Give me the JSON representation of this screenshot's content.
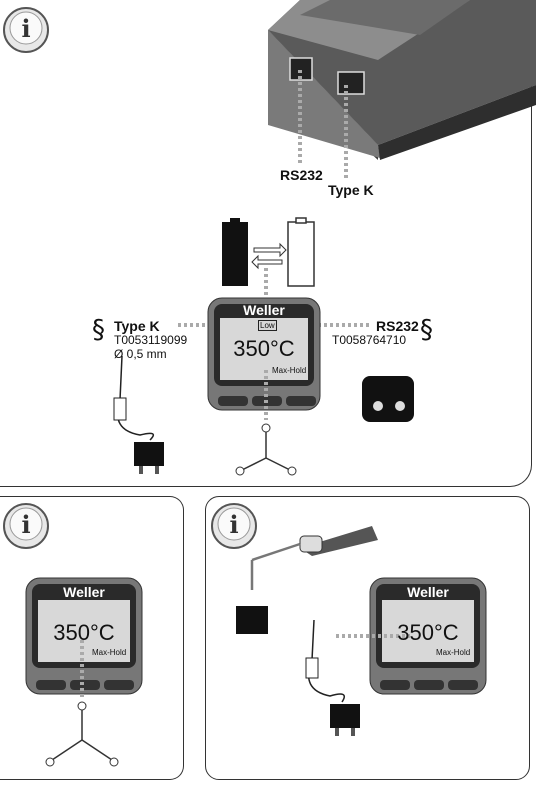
{
  "panel1": {
    "ports": {
      "rs232": "RS232",
      "typek": "Type K"
    }
  },
  "panel2": {
    "typek": {
      "name": "Type K",
      "part": "T0053119099",
      "dia": "Ø 0,5 mm"
    },
    "rs232": {
      "name": "RS232",
      "part": "T0058764710"
    },
    "device": {
      "brand": "Weller",
      "temp": "350°C",
      "mode": "Max-Hold",
      "lowbat": "Low"
    }
  },
  "panel3": {
    "device": {
      "brand": "Weller",
      "temp": "350°C",
      "mode": "Max-Hold"
    }
  },
  "panel4": {
    "device": {
      "brand": "Weller",
      "temp": "350°C",
      "mode": "Max-Hold"
    }
  },
  "device_top_label": "Weller"
}
